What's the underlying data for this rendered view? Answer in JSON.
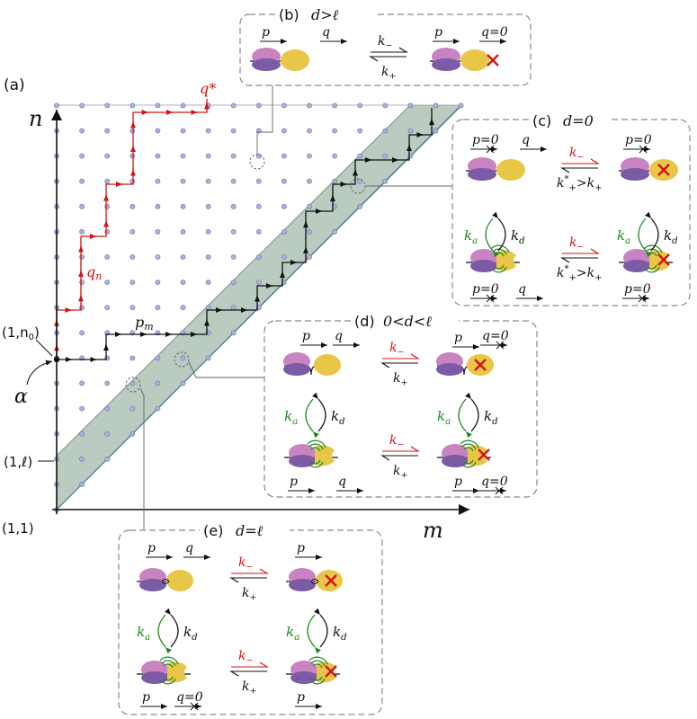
{
  "panel_labels": {
    "a": "(a)",
    "b": "(b)",
    "c": "(c)",
    "d": "(d)",
    "e": "(e)"
  },
  "axes": {
    "n": "n",
    "m": "m"
  },
  "lattice_labels": {
    "origin": "(1,1)",
    "one_ell": "(1,ℓ)",
    "one_n0": "(1,n",
    "n0_sub": "0",
    "alpha": "α",
    "q_star": "q*",
    "q_n": "q",
    "q_n_sub": "n",
    "p_m": "p",
    "p_m_sub": "m"
  },
  "panels": {
    "b": {
      "condition": "d>ℓ"
    },
    "c": {
      "condition": "d=0"
    },
    "d": {
      "condition": "0<d<ℓ"
    },
    "e": {
      "condition": "d=ℓ"
    }
  },
  "rates": {
    "k_minus": "k",
    "k_minus_sub": "−",
    "k_plus": "k",
    "k_plus_sub": "+",
    "k_plus_star": "k",
    "k_plus_star_sup": "*",
    "k_a": "k",
    "k_a_sub": "a",
    "k_d": "k",
    "k_d_sub": "d",
    "gt": ">"
  },
  "motor_labels": {
    "p": "p",
    "q": "q",
    "p_zero": "p=0",
    "q_zero": "q=0"
  },
  "colors": {
    "lattice_dot": "#aeb0df",
    "band": "#b9ccbf",
    "red_path": "#d21414",
    "black_path": "#111111",
    "green": "#1a8a1a",
    "purple_top": "#c983c0",
    "purple_bottom": "#7b5aa6",
    "yellow": "#e8c648"
  }
}
